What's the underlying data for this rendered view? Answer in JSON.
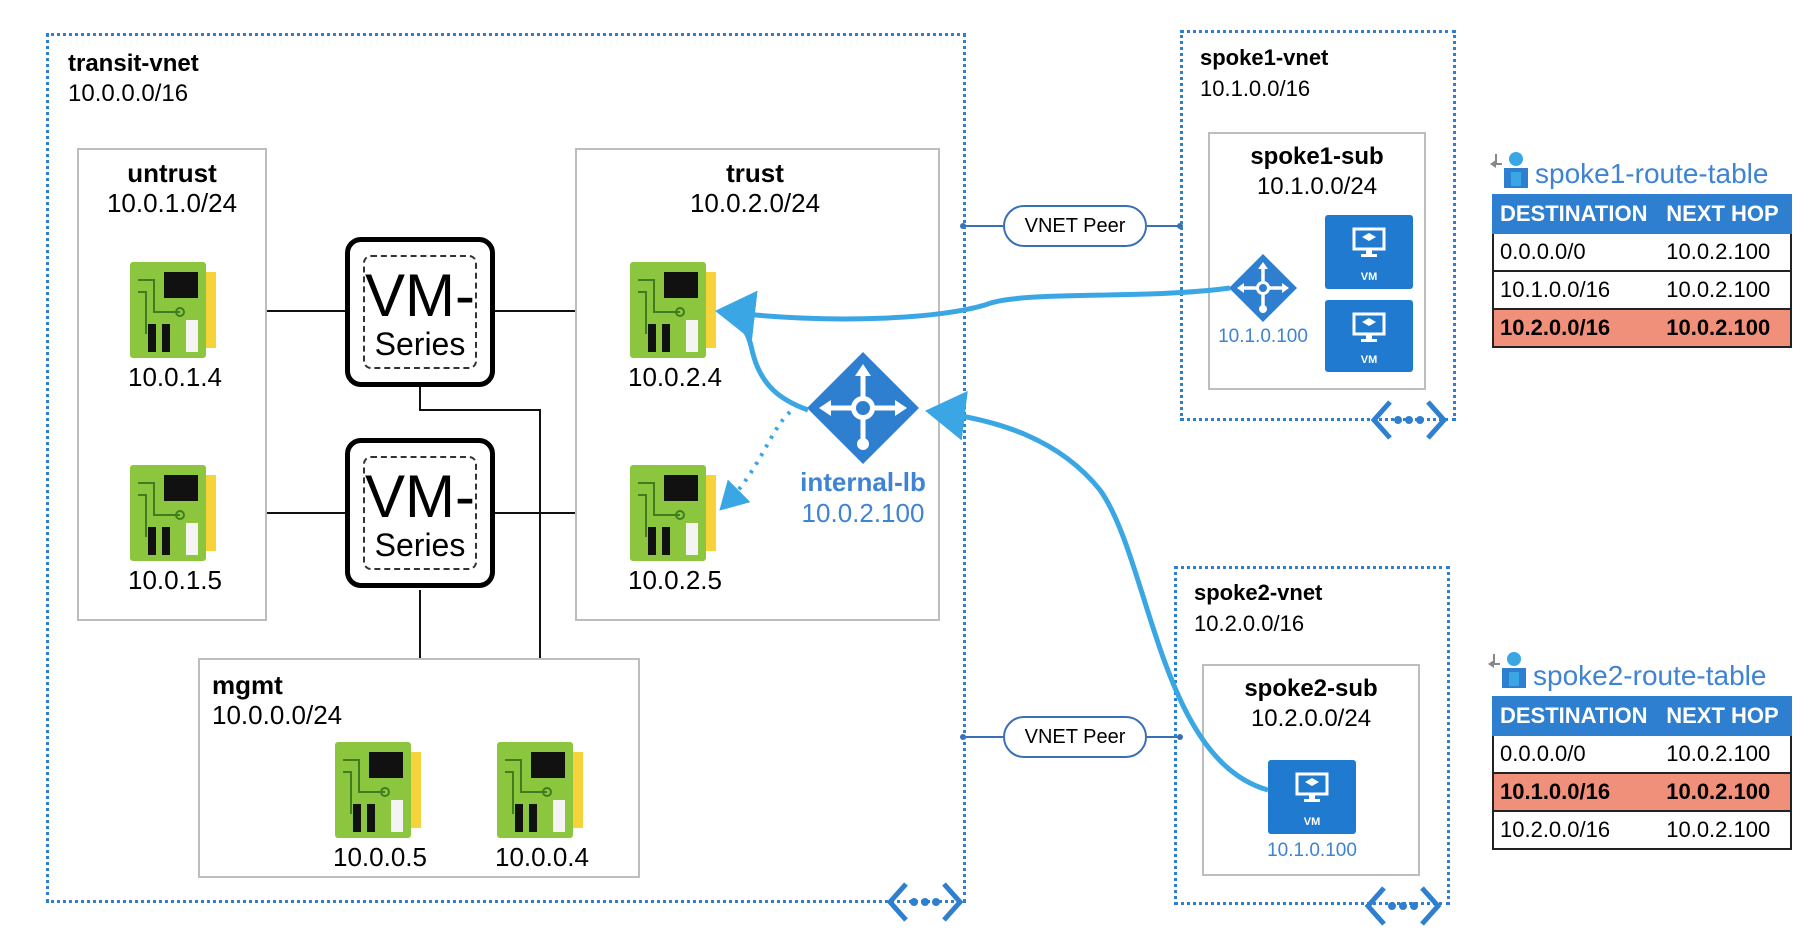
{
  "transit_vnet": {
    "name": "transit-vnet",
    "cidr": "10.0.0.0/16"
  },
  "untrust": {
    "name": "untrust",
    "cidr": "10.0.1.0/24",
    "nics": [
      "10.0.1.4",
      "10.0.1.5"
    ]
  },
  "trust": {
    "name": "trust",
    "cidr": "10.0.2.0/24",
    "nics": [
      "10.0.2.4",
      "10.0.2.5"
    ]
  },
  "mgmt": {
    "name": "mgmt",
    "cidr": "10.0.0.0/24",
    "nics": [
      "10.0.0.5",
      "10.0.0.4"
    ]
  },
  "vm_series": {
    "line1": "VM-",
    "line2": "Series"
  },
  "internal_lb": {
    "name": "internal-lb",
    "ip": "10.0.2.100"
  },
  "peer_label": "VNET Peer",
  "spoke1": {
    "vnet_name": "spoke1-vnet",
    "vnet_cidr": "10.1.0.0/16",
    "sub_name": "spoke1-sub",
    "sub_cidr": "10.1.0.0/24",
    "lb_ip": "10.1.0.100",
    "vm_label": "VM"
  },
  "spoke2": {
    "vnet_name": "spoke2-vnet",
    "vnet_cidr": "10.2.0.0/16",
    "sub_name": "spoke2-sub",
    "sub_cidr": "10.2.0.0/24",
    "vm_ip": "10.1.0.100",
    "vm_label": "VM"
  },
  "route_tables": [
    {
      "title": "spoke1-route-table",
      "headers": [
        "DESTINATION",
        "NEXT HOP"
      ],
      "rows": [
        {
          "dest": "0.0.0.0/0",
          "hop": "10.0.2.100",
          "highlight": false
        },
        {
          "dest": "10.1.0.0/16",
          "hop": "10.0.2.100",
          "highlight": false
        },
        {
          "dest": "10.2.0.0/16",
          "hop": "10.0.2.100",
          "highlight": true
        }
      ]
    },
    {
      "title": "spoke2-route-table",
      "headers": [
        "DESTINATION",
        "NEXT HOP"
      ],
      "rows": [
        {
          "dest": "0.0.0.0/0",
          "hop": "10.0.2.100",
          "highlight": false
        },
        {
          "dest": "10.1.0.0/16",
          "hop": "10.0.2.100",
          "highlight": true
        },
        {
          "dest": "10.2.0.0/16",
          "hop": "10.0.2.100",
          "highlight": false
        }
      ]
    }
  ],
  "colors": {
    "azure_blue": "#2f7fd0",
    "flow_blue": "#3aa7e4",
    "highlight": "#f1907a",
    "nic_green": "#8cc63f"
  }
}
